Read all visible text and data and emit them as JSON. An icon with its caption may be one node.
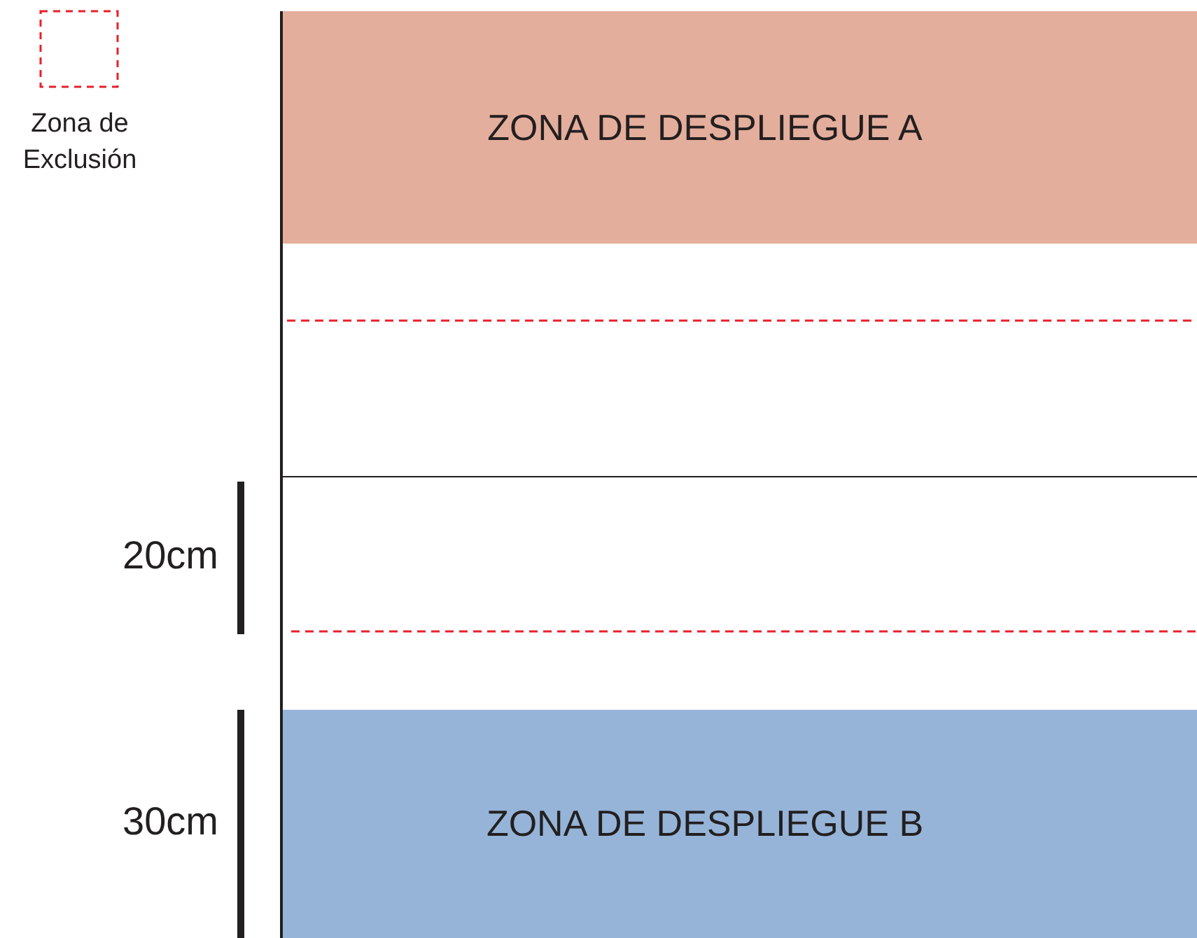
{
  "diagram": {
    "nodes": [
      {
        "text": [
          "ZONA DE DESPLIEGUE A"
        ]
      },
      {
        "text": [
          "ZONA DE DESPLIEGUE B"
        ]
      }
    ],
    "labels": [
      "20cm",
      "30cm"
    ],
    "legend": [
      {
        "text": "Zona de Exclusión"
      }
    ]
  }
}
